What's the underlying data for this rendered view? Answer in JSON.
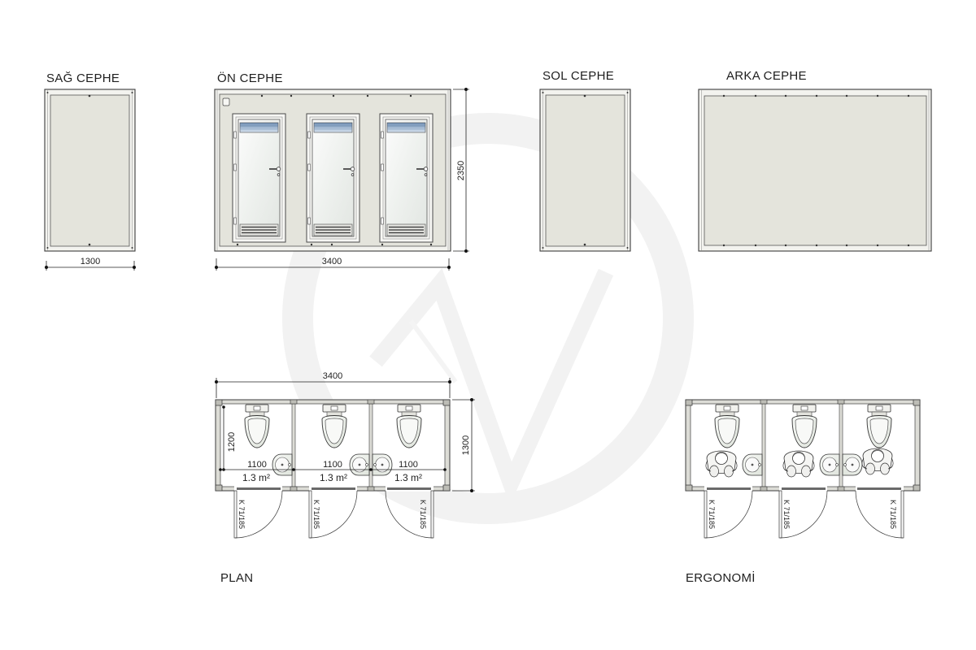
{
  "views": {
    "right_elevation": {
      "title": "SAĞ CEPHE",
      "width_dim": "1300"
    },
    "front_elevation": {
      "title": "ÖN CEPHE",
      "width_dim": "3400",
      "height_dim": "2350"
    },
    "left_elevation": {
      "title": "SOL CEPHE"
    },
    "back_elevation": {
      "title": "ARKA CEPHE"
    },
    "plan": {
      "title": "PLAN",
      "width_dim": "3400",
      "depth_dim": "1300",
      "inner_depth_dim": "1200",
      "cubicles": [
        {
          "width_dim": "1100",
          "area": "1.3 m²",
          "door": "K 71/185"
        },
        {
          "width_dim": "1100",
          "area": "1.3 m²",
          "door": "K 71/185"
        },
        {
          "width_dim": "1100",
          "area": "1.3 m²",
          "door": "K 71/185"
        }
      ]
    },
    "ergonomics": {
      "title": "ERGONOMİ",
      "doors": [
        "K 71/185",
        "K 71/185",
        "K 71/185"
      ]
    }
  },
  "colors": {
    "frame": "#f3f3ef",
    "panel": "#e4e4dc",
    "wall": "#dcdcd6",
    "vent": "#6f8fb5",
    "watermark": "#f2f2f2"
  }
}
